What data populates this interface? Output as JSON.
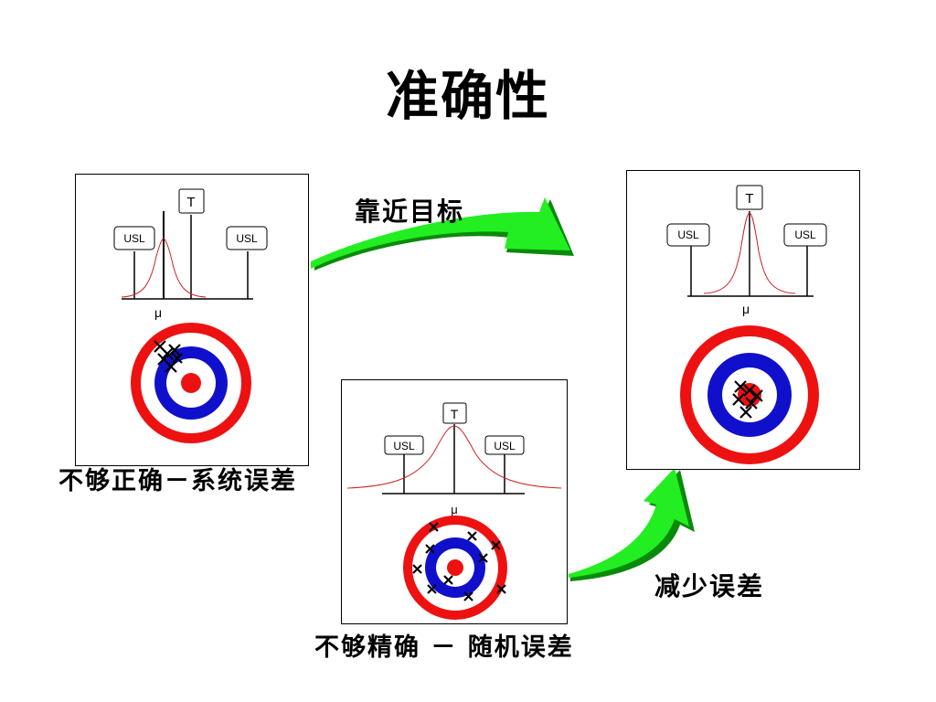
{
  "slide": {
    "title": "准确性",
    "captions": {
      "left": "不够正确－系统误差",
      "middle": "不够精确 － 随机误差",
      "arrow_top": "靠近目标",
      "arrow_bottom": "减少误差"
    }
  },
  "panels": {
    "left": {
      "t_label": "T",
      "usl_left": "USL",
      "usl_right": "USL",
      "mu_label": "μ"
    },
    "middle": {
      "t_label": "T",
      "usl_left": "USL",
      "usl_right": "USL",
      "mu_label": "μ"
    },
    "right": {
      "t_label": "T",
      "usl_left": "USL",
      "usl_right": "USL",
      "mu_label": "μ"
    }
  },
  "colors": {
    "ring_red": "#ee1111",
    "ring_blue": "#1010cc",
    "arrow_green": "#22ee22",
    "arrow_dark": "#0a8a0a",
    "curve_red": "#cc2222"
  }
}
